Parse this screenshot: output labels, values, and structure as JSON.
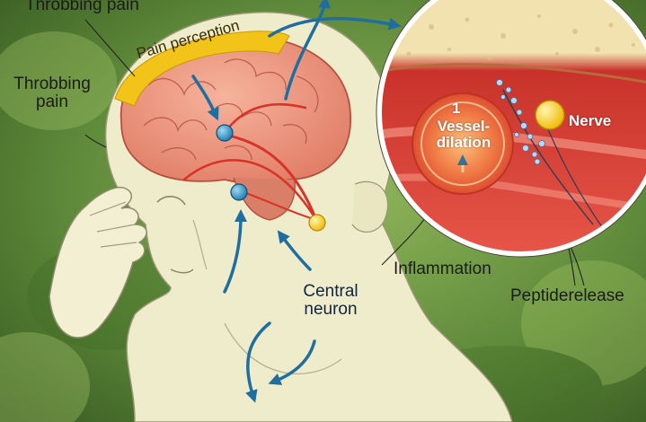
{
  "labels": {
    "throbbing_pain_top": "Throbbing pain",
    "throbbing_pain_left": "Throbbing pain",
    "pain_perception": "Pain perception",
    "central_neuron": "Central neuron",
    "vessel_number": "1",
    "vessel_dilation": "Vessel-dilation",
    "nerve": "Nerve",
    "inflammation": "Inflammation",
    "peptide_release": "Peptiderelease"
  },
  "colors": {
    "background_green": "#5f8a3a",
    "head_fill": "#efeccc",
    "brain_fill": "#ef8e76",
    "pain_band": "#f2c318",
    "arrow_blue": "#1f6ea0",
    "nerve_red": "#d8322a",
    "nerve_node_yellow": "#f5c518",
    "vessel_red": "#e23b2c",
    "inset_border": "#ffffff"
  },
  "icons": {
    "brain": "brain-illustration",
    "head": "human-head-profile",
    "hand": "hand-on-forehead",
    "vessel": "dilated-blood-vessel",
    "nerve": "nerve-ending",
    "peptides": "peptide-particles"
  }
}
